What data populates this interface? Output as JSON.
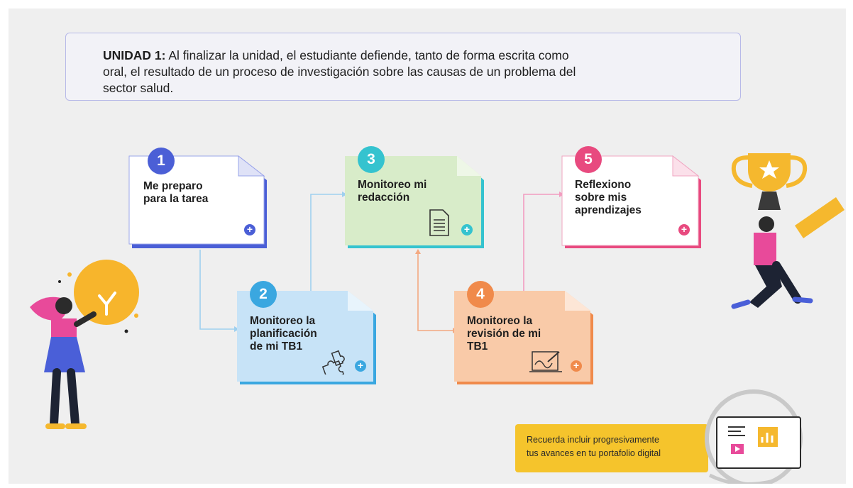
{
  "banner": {
    "bold": "UNIDAD 1:",
    "line1": " Al finalizar la unidad, el estudiante defiende, tanto de forma escrita como",
    "line2": "oral, el resultado de un proceso de investigación sobre las causas de un problema del",
    "line3": "sector salud."
  },
  "steps": [
    {
      "number": "1",
      "lines": [
        "Me preparo",
        "para la tarea"
      ],
      "color": "#4b5fd6",
      "fill": "#ffffff",
      "icon": "none"
    },
    {
      "number": "2",
      "lines": [
        "Monitoreo la",
        "planificación",
        "de mi TB1"
      ],
      "color": "#3aa7e0",
      "fill": "#c7e3f7",
      "icon": "puzzle-icon"
    },
    {
      "number": "3",
      "lines": [
        "Monitoreo mi",
        "redacción"
      ],
      "color": "#35c3cf",
      "fill": "#d8ecc9",
      "icon": "document-icon"
    },
    {
      "number": "4",
      "lines": [
        "Monitoreo la",
        "revisión de mi",
        "TB1"
      ],
      "color": "#f08a4b",
      "fill": "#f9caa8",
      "icon": "signing-icon"
    },
    {
      "number": "5",
      "lines": [
        "Reflexiono",
        "sobre mis",
        "aprendizajes"
      ],
      "color": "#e84a7f",
      "fill": "#ffffff",
      "icon": "none"
    }
  ],
  "note": {
    "line1": "Recuerda incluir progresivamente",
    "line2": "tus avances en tu portafolio digital"
  },
  "plus_symbol": "+"
}
